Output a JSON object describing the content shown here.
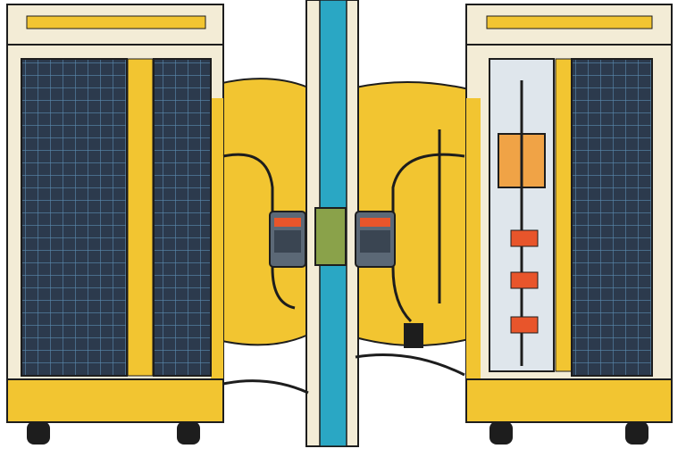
{
  "colors": {
    "background": "#ffffff",
    "cabinet_frame": "#f3ecd6",
    "cabinet_yellow": "#f2c531",
    "panel_dark": "#2c3a4d",
    "panel_grid": "#5a8bb0",
    "pole_blue": "#2aa7c4",
    "wire": "#1d1d1d",
    "meter_body": "#5b6876",
    "meter_accent": "#e8552b",
    "display_green": "#8aa24a",
    "orange_box": "#f0a346"
  },
  "icons": [
    "solar-cabinet-left",
    "solar-cabinet-right",
    "utility-pole",
    "electric-meter-left",
    "electric-meter-right",
    "display-panel",
    "inverter-box"
  ]
}
